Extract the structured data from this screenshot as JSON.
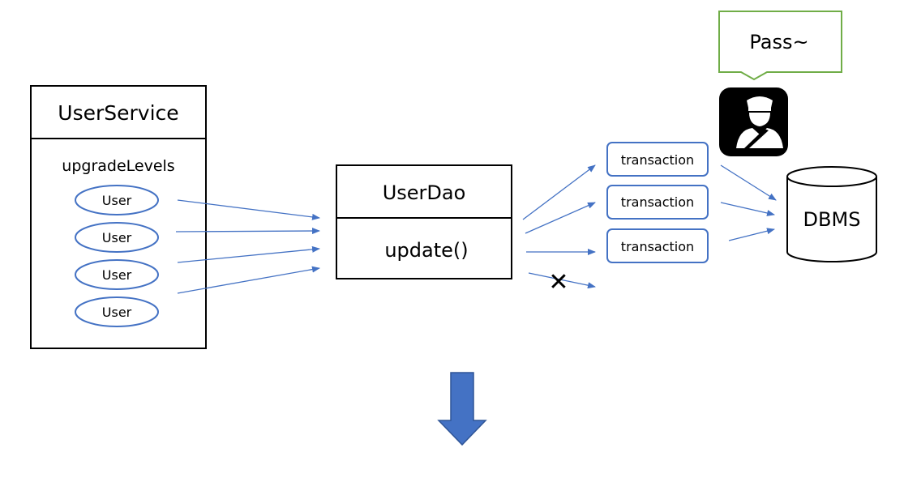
{
  "user_service": {
    "title": "UserService",
    "method": "upgradeLevels",
    "users": [
      "User",
      "User",
      "User",
      "User"
    ]
  },
  "user_dao": {
    "title": "UserDao",
    "method": "update()"
  },
  "transactions": [
    "transaction",
    "transaction",
    "transaction"
  ],
  "failed_call_marker": "✕",
  "database": {
    "label": "DBMS"
  },
  "speech_bubble": {
    "text": "Pass~"
  },
  "guard_icon": "police-officer-icon",
  "colors": {
    "line": "#4472c4",
    "down_arrow": "#4472c4",
    "down_arrow_border": "#2f5597",
    "bubble_border": "#70ad47",
    "box_border": "#000000",
    "icon_bg": "#000000"
  }
}
